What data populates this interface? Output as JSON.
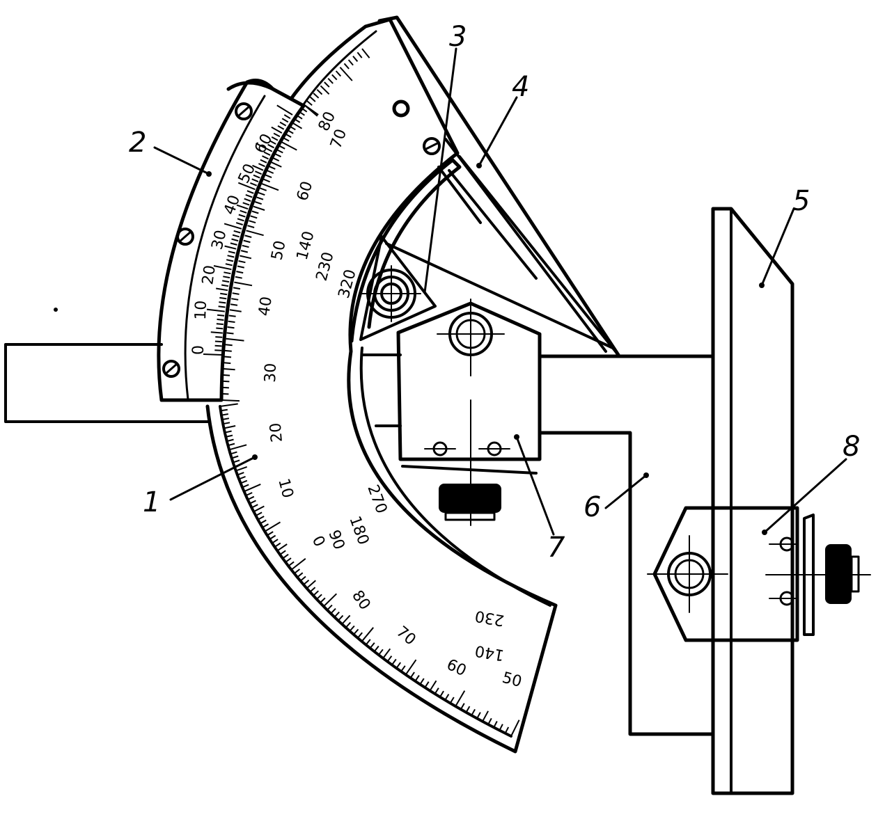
{
  "callouts": [
    {
      "id": "1",
      "label": "1"
    },
    {
      "id": "2",
      "label": "2"
    },
    {
      "id": "3",
      "label": "3"
    },
    {
      "id": "4",
      "label": "4"
    },
    {
      "id": "5",
      "label": "5"
    },
    {
      "id": "6",
      "label": "6"
    },
    {
      "id": "7",
      "label": "7"
    },
    {
      "id": "8",
      "label": "8"
    }
  ],
  "main_scale_labels": [
    "80",
    "70",
    "60",
    "50",
    "40",
    "30",
    "20",
    "10",
    "0",
    "90",
    "80",
    "70",
    "60",
    "50"
  ],
  "vernier_labels": [
    "0",
    "10",
    "20",
    "30",
    "40",
    "50",
    "60"
  ],
  "inner_labels_top": [
    "140",
    "230",
    "320"
  ],
  "inner_labels_bottom": [
    "90",
    "180",
    "270"
  ],
  "bottom_labels": [
    "230",
    "140"
  ]
}
